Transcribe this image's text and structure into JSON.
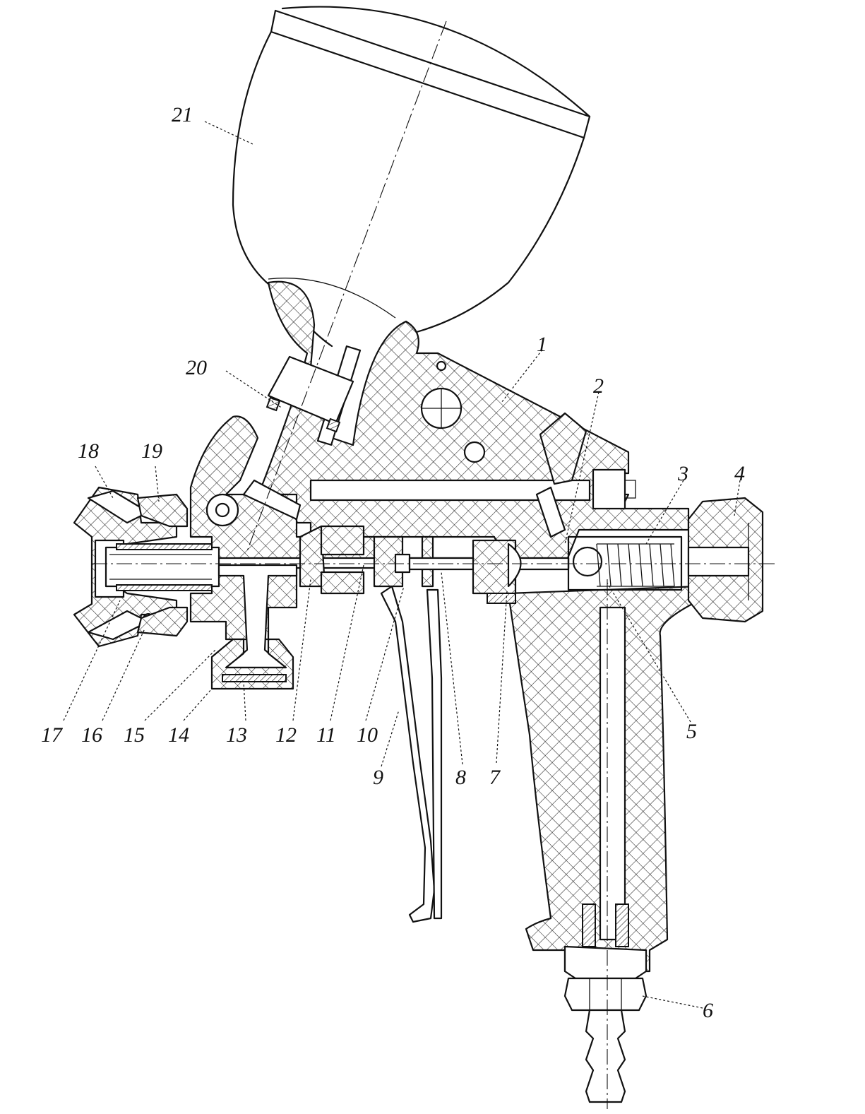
{
  "diagram": {
    "part_labels": [
      "1",
      "2",
      "3",
      "4",
      "5",
      "6",
      "7",
      "8",
      "9",
      "10",
      "11",
      "12",
      "13",
      "14",
      "15",
      "16",
      "17",
      "18",
      "19",
      "20",
      "21"
    ]
  },
  "colors": {
    "ink": "#111111",
    "paper": "#ffffff"
  }
}
